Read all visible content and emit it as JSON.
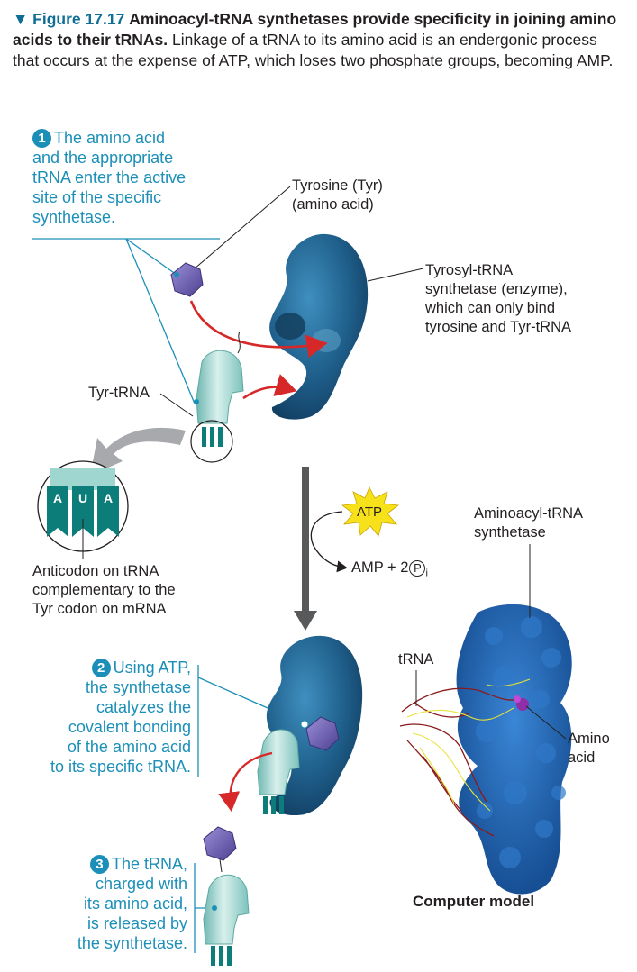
{
  "caption": {
    "figure_label": "▼ Figure 17.17",
    "title": "Aminoacyl-tRNA synthetases provide specificity in joining amino acids to their tRNAs.",
    "body": "Linkage of a tRNA to its amino acid is an endergonic process that occurs at the expense of ATP, which loses two phosphate groups, becoming AMP."
  },
  "steps": [
    {
      "number": "1",
      "lines": [
        "The amino acid",
        "and the appropriate",
        "tRNA enter the active",
        "site of the specific",
        "synthetase."
      ]
    },
    {
      "number": "2",
      "lines": [
        "Using ATP,",
        "the synthetase",
        "catalyzes the",
        "covalent bonding",
        "of the amino acid",
        "to its specific tRNA."
      ]
    },
    {
      "number": "3",
      "lines": [
        "The tRNA,",
        "charged with",
        "its amino acid,",
        "is released by",
        "the synthetase."
      ]
    }
  ],
  "labels": {
    "tyrosine": [
      "Tyrosine (Tyr)",
      "(amino acid)"
    ],
    "synthetase_enzyme": [
      "Tyrosyl-tRNA",
      "synthetase (enzyme),",
      "which can only bind",
      "tyrosine and Tyr-tRNA"
    ],
    "tyr_trna": "Tyr-tRNA",
    "anticodon_letters": [
      "A",
      "U",
      "A"
    ],
    "anticodon": [
      "Anticodon on tRNA",
      "complementary to the",
      "Tyr codon on mRNA"
    ],
    "atp": "ATP",
    "amp_prefix": "AMP + 2",
    "phosphate_symbol": "P",
    "phosphate_sub": "i",
    "aminoacyl_synthetase": [
      "Aminoacyl-tRNA",
      "synthetase"
    ],
    "trna": "tRNA",
    "amino_acid": [
      "Amino",
      "acid"
    ],
    "computer_model": "Computer model"
  },
  "colors": {
    "figure_blue": "#0e6e96",
    "step_blue": "#1c8fb8",
    "enzyme_blue": "#1f5f8b",
    "trna_teal": "#9fd6d0",
    "amino_purple": "#7060b0",
    "arrow_red": "#d62828",
    "atp_yellow": "#f7e11a"
  }
}
